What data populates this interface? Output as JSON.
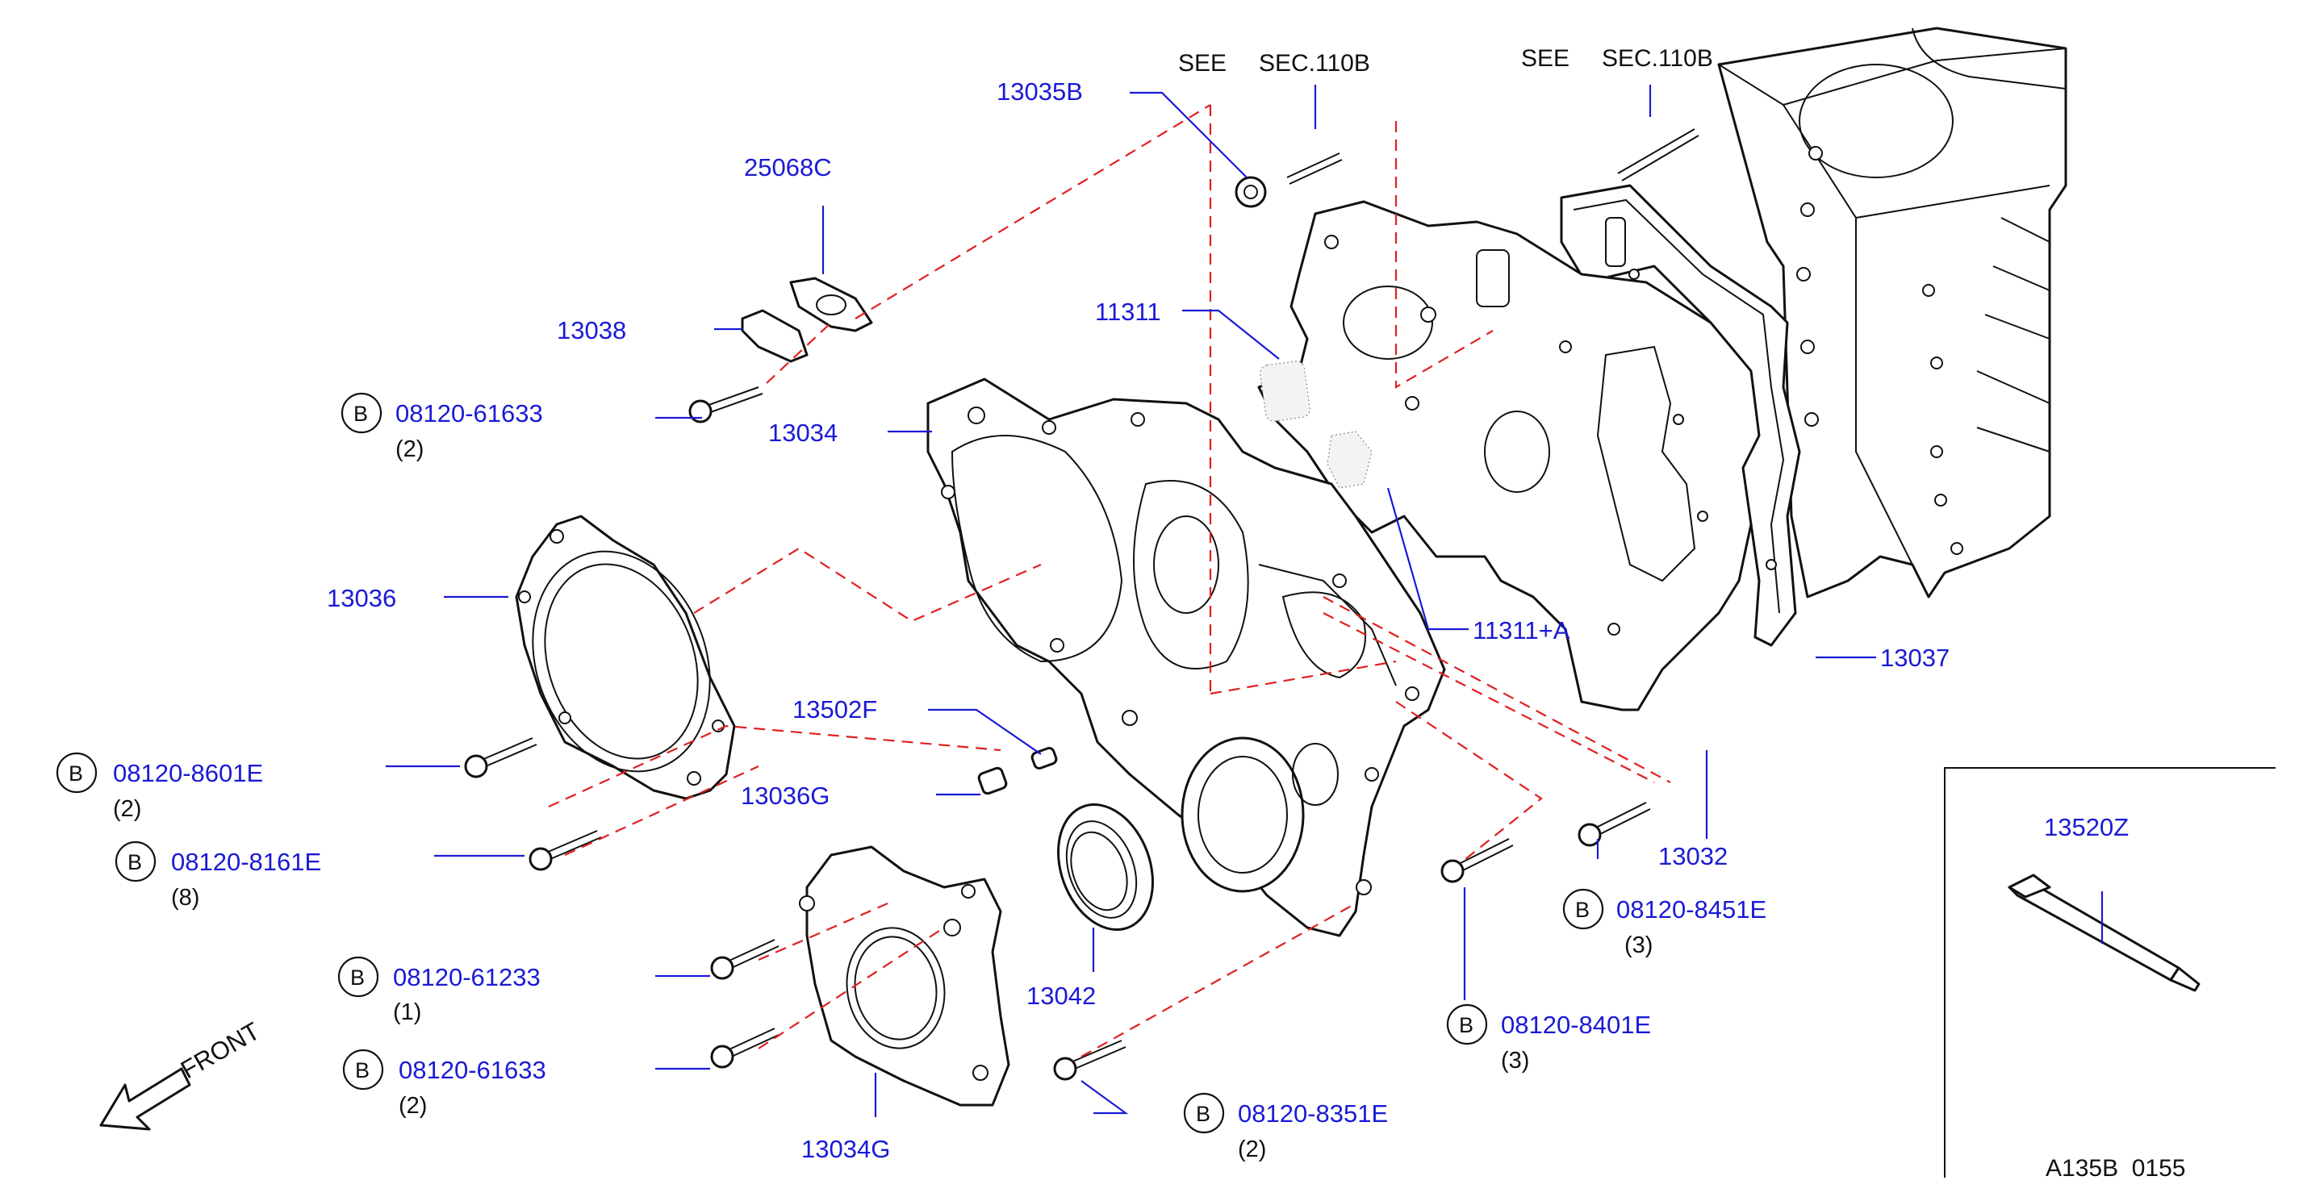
{
  "figure_code": "A135B  0155",
  "direction_label": "FRONT",
  "see_refs": [
    {
      "see": "SEE",
      "section": "SEC.110B"
    },
    {
      "see": "SEE",
      "section": "SEC.110B"
    }
  ],
  "badge_symbol": "B",
  "parts": {
    "p13035B": "13035B",
    "p25068C": "25068C",
    "p13038": "13038",
    "p13034": "13034",
    "p11311": "11311",
    "p11311A": "11311+A",
    "p13036": "13036",
    "p13502F": "13502F",
    "p13036G": "13036G",
    "p13042": "13042",
    "p13034G": "13034G",
    "p13032": "13032",
    "p13037": "13037",
    "p13520Z": "13520Z"
  },
  "bolts": [
    {
      "part": "08120-61633",
      "qty": "(2)"
    },
    {
      "part": "08120-8601E",
      "qty": "(2)"
    },
    {
      "part": "08120-8161E",
      "qty": "(8)"
    },
    {
      "part": "08120-61233",
      "qty": "(1)"
    },
    {
      "part": "08120-61633",
      "qty": "(2)"
    },
    {
      "part": "08120-8351E",
      "qty": "(2)"
    },
    {
      "part": "08120-8401E",
      "qty": "(3)"
    },
    {
      "part": "08120-8451E",
      "qty": "(3)"
    }
  ]
}
